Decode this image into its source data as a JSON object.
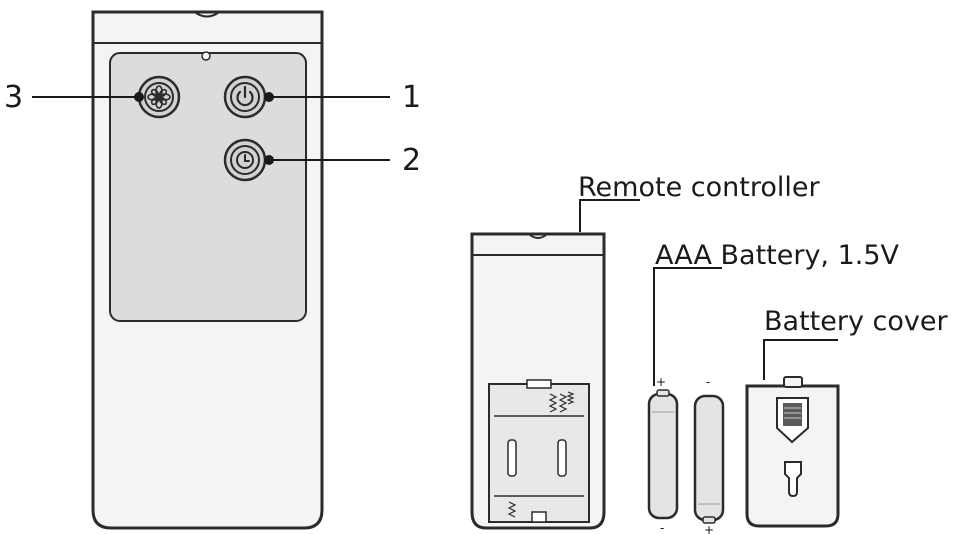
{
  "callouts": {
    "power": "1",
    "timer": "2",
    "fan": "3"
  },
  "labels": {
    "remote_controller": "Remote controller",
    "battery": "AAA Battery, 1.5V",
    "battery_cover": "Battery cover"
  },
  "polarity": {
    "plus": "+",
    "minus": "-"
  },
  "buttons": {
    "power_icon": "power-icon",
    "timer_icon": "clock-icon",
    "fan_icon": "fan-icon"
  },
  "colors": {
    "outline": "#2b2b2b",
    "body_fill": "#f4f4f4",
    "panel_fill": "#dcdcdc",
    "background": "#ffffff"
  }
}
